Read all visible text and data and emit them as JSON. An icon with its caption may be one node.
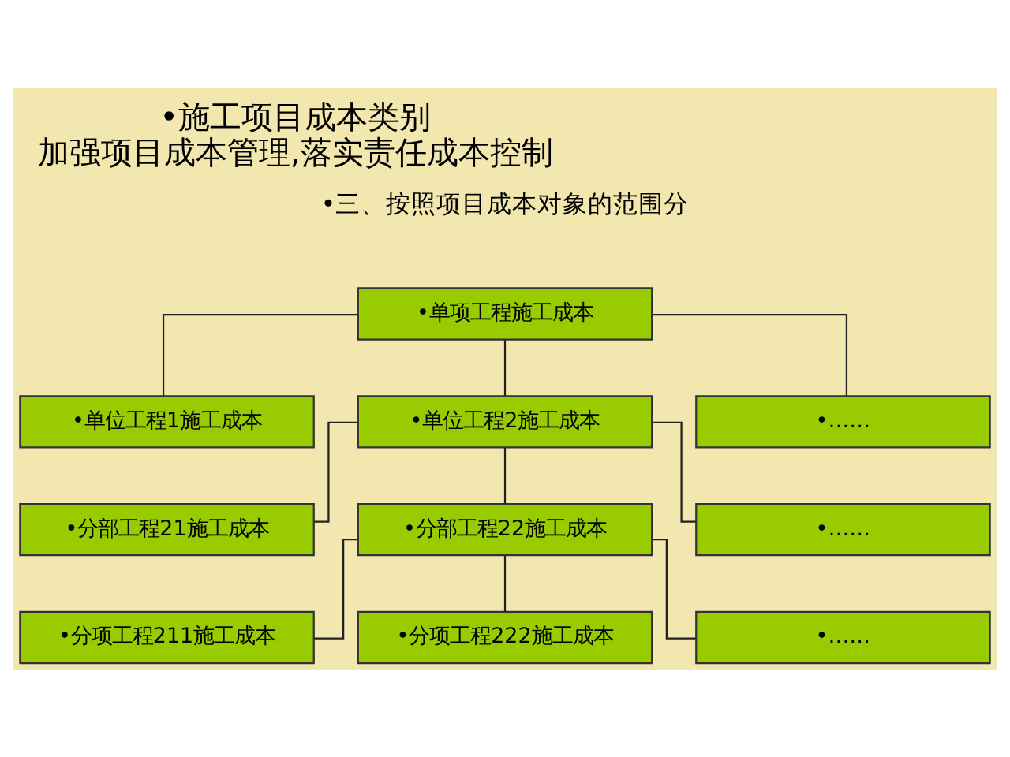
{
  "diagram": {
    "title": "•施工项目成本类别",
    "caption": "加强项目成本管理,落实责任成本控制",
    "nodes": [
      {
        "text": [
          "•单项工程施工成本"
        ]
      },
      {
        "text": [
          "•单位工程1施工成本"
        ]
      },
      {
        "text": [
          "•单位工程2施工成本"
        ]
      },
      {
        "text": [
          "•……"
        ]
      },
      {
        "text": [
          "•分部工程21施工成本"
        ]
      },
      {
        "text": [
          "•分部工程22施工成本"
        ]
      },
      {
        "text": [
          "•……"
        ]
      },
      {
        "text": [
          "•分项工程211施工成本"
        ]
      },
      {
        "text": [
          "•分项工程222施工成本"
        ]
      },
      {
        "text": [
          "•……"
        ]
      }
    ],
    "edges": [
      {
        "from": 0,
        "to": 1,
        "arrow": "none"
      },
      {
        "from": 0,
        "to": 2,
        "arrow": "none"
      },
      {
        "from": 0,
        "to": 3,
        "arrow": "none"
      },
      {
        "from": 2,
        "to": 4,
        "arrow": "none"
      },
      {
        "from": 2,
        "to": 5,
        "arrow": "none"
      },
      {
        "from": 2,
        "to": 6,
        "arrow": "none"
      },
      {
        "from": 5,
        "to": 7,
        "arrow": "none"
      },
      {
        "from": 5,
        "to": 8,
        "arrow": "none"
      },
      {
        "from": 5,
        "to": 9,
        "arrow": "none"
      }
    ],
    "labels": [
      "•三、按照项目成本对象的范围分"
    ]
  }
}
